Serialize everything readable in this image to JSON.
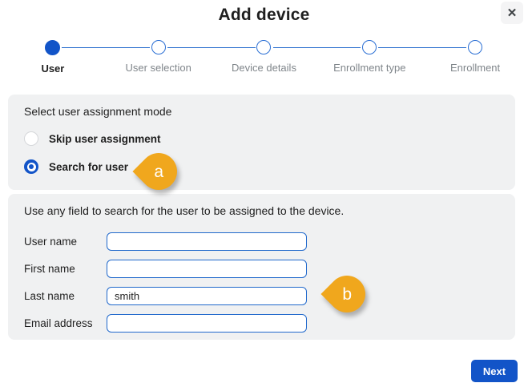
{
  "dialog": {
    "title": "Add device",
    "close_icon": "✕"
  },
  "stepper": {
    "steps": [
      {
        "label": "User",
        "state": "active"
      },
      {
        "label": "User selection",
        "state": "upcoming"
      },
      {
        "label": "Device details",
        "state": "upcoming"
      },
      {
        "label": "Enrollment type",
        "state": "upcoming"
      },
      {
        "label": "Enrollment",
        "state": "upcoming"
      }
    ]
  },
  "assignment_section": {
    "heading": "Select user assignment mode",
    "options": [
      {
        "label": "Skip user assignment",
        "selected": false
      },
      {
        "label": "Search for user",
        "selected": true
      }
    ]
  },
  "search_section": {
    "heading": "Use any field to search for the user to be assigned to the device.",
    "fields": [
      {
        "label": "User name",
        "value": ""
      },
      {
        "label": "First name",
        "value": ""
      },
      {
        "label": "Last name",
        "value": "smith"
      },
      {
        "label": "Email address",
        "value": ""
      }
    ]
  },
  "callouts": [
    {
      "label": "a"
    },
    {
      "label": "b"
    }
  ],
  "footer": {
    "next_label": "Next"
  },
  "colors": {
    "accent_blue": "#1254c8",
    "stepper_blue": "#2169cc",
    "panel_gray": "#f0f1f2",
    "callout_orange": "#f0a71d",
    "inactive_step_label": "#80868b"
  }
}
